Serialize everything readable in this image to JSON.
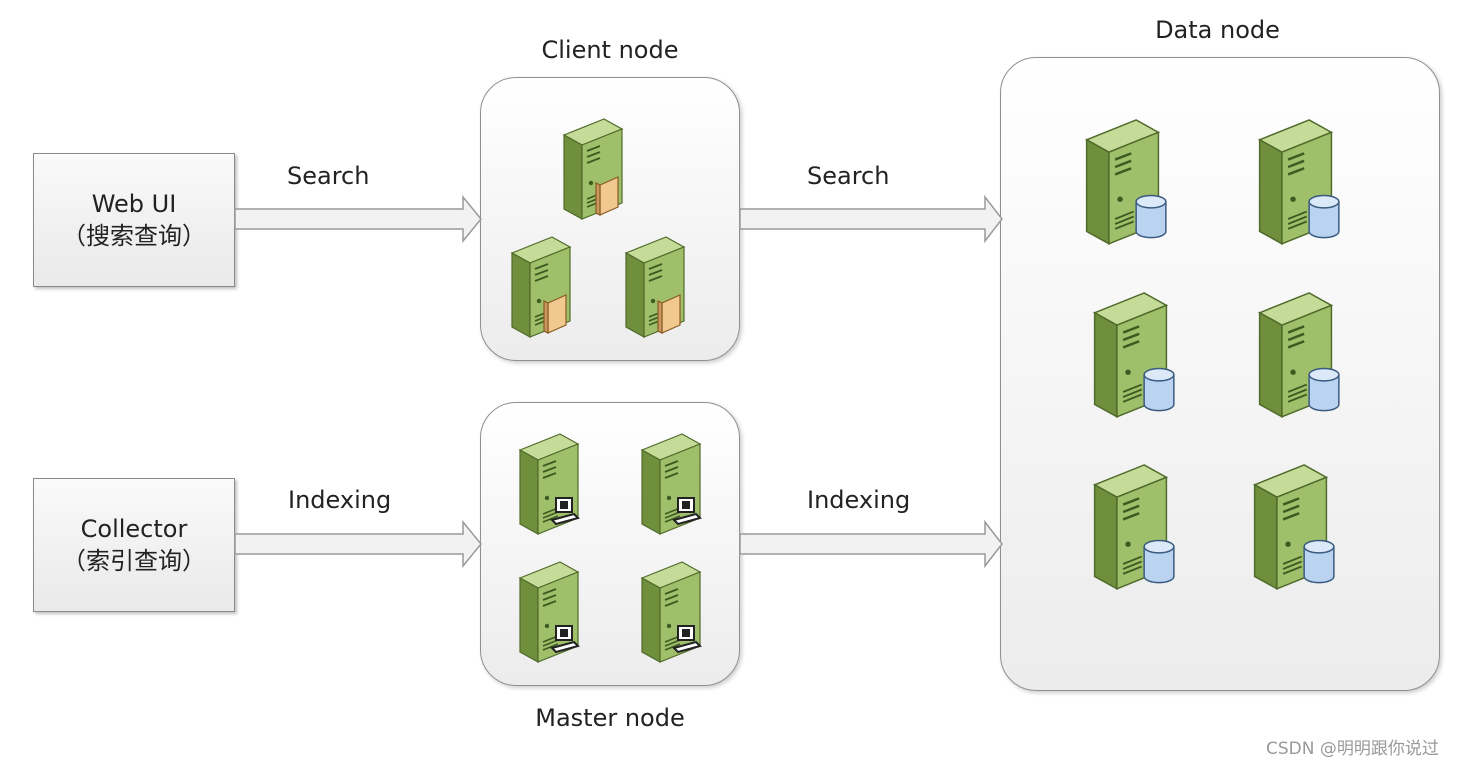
{
  "sources": {
    "web_ui": {
      "title": "Web UI",
      "subtitle": "（搜索查询）"
    },
    "collector": {
      "title": "Collector",
      "subtitle": "（索引查询）"
    }
  },
  "groups": {
    "client": {
      "title": "Client node"
    },
    "master": {
      "title": "Master node"
    },
    "data": {
      "title": "Data node"
    }
  },
  "arrows": {
    "search_left": "Search",
    "search_right": "Search",
    "indexing_left": "Indexing",
    "indexing_right": "Indexing"
  },
  "colors": {
    "server_body": "#9fbf6a",
    "server_side": "#6f8f3d",
    "server_top": "#c5dc98",
    "database": "#b9d3f0",
    "shield": "#f0c890",
    "box_border": "#8f8f8f"
  },
  "icons": {
    "client_server": "server-with-shield-icon",
    "master_server": "server-with-computer-icon",
    "data_server": "server-with-database-icon"
  },
  "watermark": "CSDN @明明跟你说过"
}
